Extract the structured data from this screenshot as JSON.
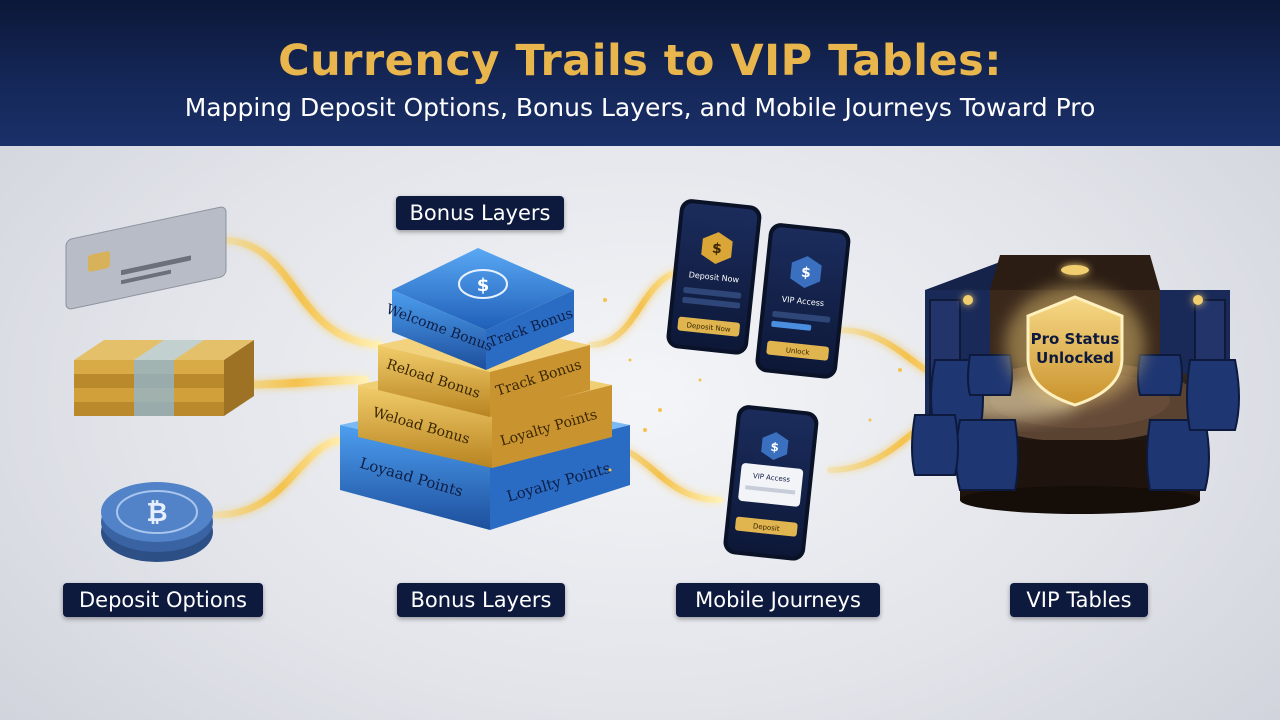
{
  "header": {
    "title": "Currency Trails to VIP Tables:",
    "subtitle": "Mapping Deposit Options, Bonus Layers, and Mobile Journeys Toward Pro"
  },
  "labels": {
    "top_bonus": "Bonus Layers",
    "deposit": "Deposit Options",
    "bonus": "Bonus Layers",
    "mobile": "Mobile Journeys",
    "vip": "VIP Tables"
  },
  "stack": {
    "top_left": "Welcome Bonus",
    "top_right": "Track Bonus",
    "l2_left": "Reload Bonus",
    "l2_right": "Track Bonus",
    "l3_left": "Weload Bonus",
    "l3_right": "Loyalty Points",
    "l4_left": "Loyaad Points",
    "l4_right": "Loyalty Points"
  },
  "phones": {
    "p1_title": "Deposit Now",
    "p1_button": "Deposit Now",
    "p2_title": "VIP Access",
    "p2_button": "Unlock",
    "p3_card": "VIP Access",
    "p3_button": "Deposit"
  },
  "vip": {
    "shield_text": "Pro Status Unlocked"
  },
  "colors": {
    "header": "#0c1838",
    "title_gold": "#e8b64c",
    "pill": "#0d1a3e",
    "trail_gold": "#f2c457",
    "layer_blue": "#3f8fe0",
    "layer_gold": "#d9a637"
  }
}
